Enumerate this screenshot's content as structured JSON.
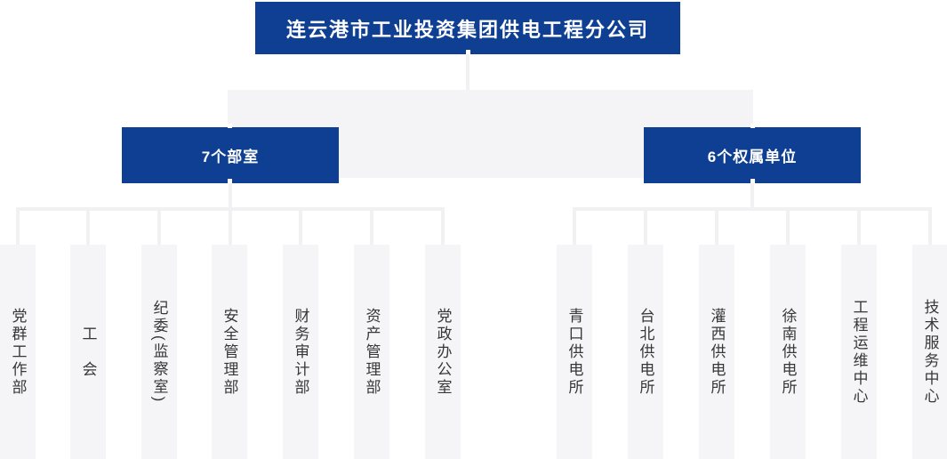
{
  "colors": {
    "primary_blue": "#0e3f92",
    "band_gray": "#f4f4f6",
    "column_gray": "#f5f5f7",
    "line_gray": "#f1f1f4",
    "text_dark": "#373737",
    "box_text": "#ffffff"
  },
  "org": {
    "root": {
      "label": "连云港市工业投资集团供电工程分公司"
    },
    "groups": [
      {
        "label": "7个部室",
        "children": [
          "党群工作部",
          "工　会",
          "纪委(监察室)",
          "安全管理部",
          "财务审计部",
          "资产管理部",
          "党政办公室"
        ]
      },
      {
        "label": "6个权属单位",
        "children": [
          "青口供电所",
          "台北供电所",
          "灌西供电所",
          "徐南供电所",
          "工程运维中心",
          "技术服务中心"
        ]
      }
    ]
  }
}
